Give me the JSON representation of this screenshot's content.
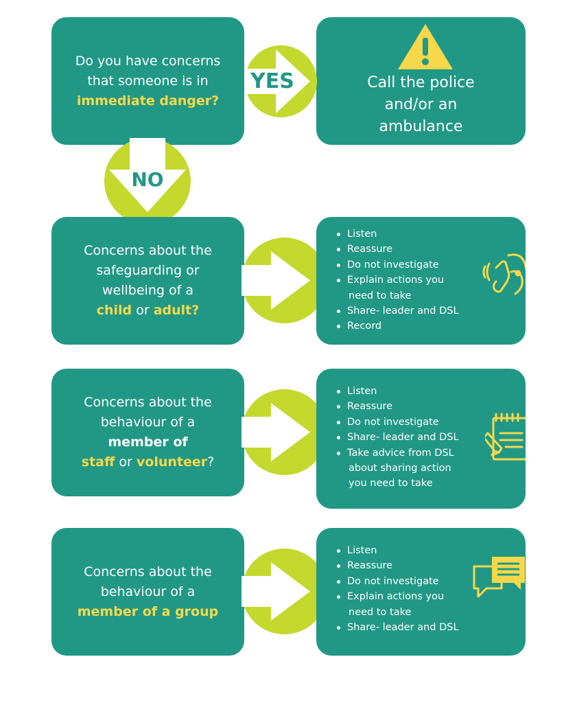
{
  "colors": {
    "box": "#219886",
    "highlight": "#f6d84a",
    "arrow_circle": "#c4d82e",
    "text": "#ffffff"
  },
  "step1": {
    "question_pre": "Do you have concerns that someone is in",
    "question_highlight": "immediate danger?",
    "yes_label": "YES",
    "no_label": "NO",
    "warning_icon": "warning-triangle-icon",
    "action": "Call the police and/or an ambulance"
  },
  "step2": {
    "question_pre": "Concerns about the safeguarding or wellbeing of a",
    "highlight_a": "child",
    "joiner": "or",
    "highlight_b": "adult?",
    "icon": "listening-ear-icon",
    "items": [
      "Listen",
      "Reassure",
      "Do not investigate",
      "Explain actions you",
      "need to take",
      "Share- leader and DSL",
      "Record"
    ]
  },
  "step3": {
    "question_pre": "Concerns about the behaviour of a",
    "bold_mid": "member of",
    "highlight_a": "staff",
    "joiner": "or",
    "highlight_b": "volunteer",
    "question_end": "?",
    "icon": "notepad-pencil-icon",
    "items": [
      "Listen",
      "Reassure",
      "Do not investigate",
      "Share- leader and DSL",
      "Take advice from DSL",
      "about sharing action",
      "you need to take"
    ]
  },
  "step4": {
    "question_pre": "Concerns about the behaviour of a",
    "highlight": "member of a group",
    "icon": "chat-bubbles-icon",
    "items": [
      "Listen",
      "Reassure",
      "Do not investigate",
      "Explain actions you",
      "need to take",
      "Share- leader and DSL"
    ]
  }
}
